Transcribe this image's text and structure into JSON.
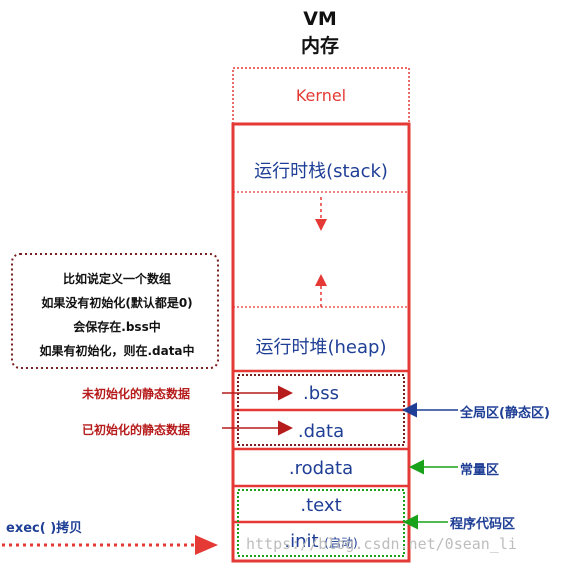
{
  "header": {
    "line1": "VM",
    "line2": "内存"
  },
  "segments": {
    "kernel": "Kernel",
    "stack": "运行时栈(stack)",
    "heap": "运行时堆(heap)",
    "bss": ".bss",
    "data": ".data",
    "rodata": ".rodata",
    "text": ".text",
    "init": ".init",
    "init_note": "(启动)"
  },
  "note": {
    "lines": [
      "比如说定义一个数组",
      "如果没有初始化(默认都是0)",
      "会保存在.bss中",
      "如果有初始化，则在.data中"
    ]
  },
  "labels": {
    "bss_left": "未初始化的静态数据",
    "data_left": "已初始化的静态数据",
    "global": "全局区(静态区)",
    "constant": "常量区",
    "code": "程序代码区",
    "exec": "exec( )拷贝"
  },
  "watermark": "https://blog.csdn.net/0sean_li",
  "colors": {
    "red": "#e53935",
    "dark_red": "#b71c1c",
    "green": "#1aa31a",
    "blue": "#1f3f96"
  }
}
